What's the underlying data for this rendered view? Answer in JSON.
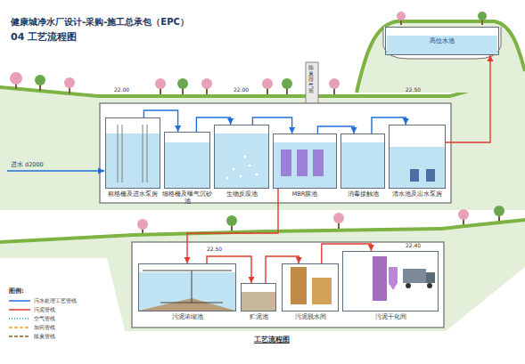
{
  "diagram": {
    "title": "健康城净水厂设计-采购-施工总承包（EPC）",
    "caption": "工艺流程图",
    "nodes": [
      {
        "text": [
          "粗格栅及进水泵房"
        ]
      },
      {
        "text": [
          "细格栅及曝气沉砂池"
        ]
      },
      {
        "text": [
          "生物反应池"
        ]
      },
      {
        "text": [
          "MBR膜池"
        ]
      },
      {
        "text": [
          "消毒接触池"
        ]
      },
      {
        "text": [
          "清水池及出水泵房"
        ]
      },
      {
        "text": [
          "高位水池"
        ]
      },
      {
        "text": [
          "污泥浓缩池"
        ]
      },
      {
        "text": [
          "贮泥池"
        ]
      },
      {
        "text": [
          "污泥脱水间"
        ]
      },
      {
        "text": [
          "污泥干化间"
        ]
      }
    ],
    "edges": [
      {
        "from": 0,
        "to": 1,
        "arrow": "to"
      },
      {
        "from": 1,
        "to": 2,
        "arrow": "to"
      },
      {
        "from": 2,
        "to": 3,
        "arrow": "to"
      },
      {
        "from": 3,
        "to": 4,
        "arrow": "to"
      },
      {
        "from": 4,
        "to": 5,
        "arrow": "to"
      },
      {
        "from": 5,
        "to": 6,
        "arrow": "to"
      },
      {
        "from": 3,
        "to": 7,
        "arrow": "to"
      },
      {
        "from": 7,
        "to": 8,
        "arrow": "to"
      },
      {
        "from": 8,
        "to": 9,
        "arrow": "to"
      },
      {
        "from": 9,
        "to": 10,
        "arrow": "to"
      }
    ],
    "labels": [
      "04 工艺流程图",
      "进水 d2000",
      "除臭排气筒",
      "22.00",
      "22.00",
      "22.50",
      "22.50",
      "22.40",
      "图例:"
    ],
    "legend": [
      {
        "text": "污水处理工艺管线"
      },
      {
        "text": "污泥管线"
      },
      {
        "text": "空气管线"
      },
      {
        "text": "加药管线"
      },
      {
        "text": "除臭管线"
      }
    ]
  }
}
